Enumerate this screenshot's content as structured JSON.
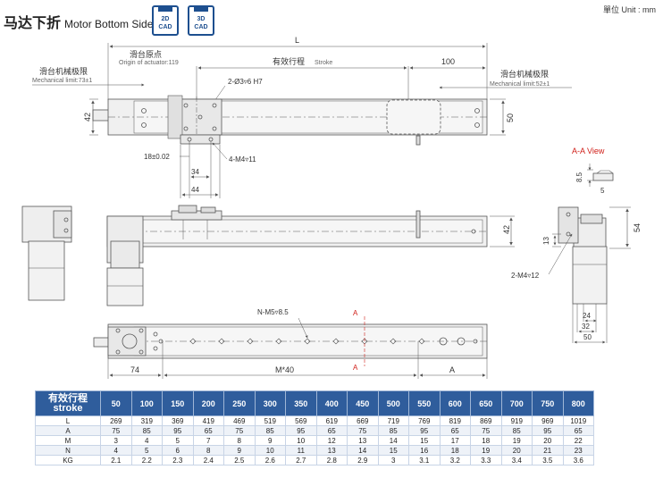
{
  "header": {
    "title_cn": "马达下折",
    "title_en": "Motor Bottom Side",
    "cad2d": [
      "2D",
      "CAD"
    ],
    "cad3d": [
      "3D",
      "CAD"
    ],
    "unit": "單位 Unit : mm"
  },
  "top_view": {
    "L": "L",
    "origin_cn": "滑台原点",
    "origin_en": "Origin of actuator:119",
    "stroke_cn": "有效行程",
    "stroke_en": "Stroke",
    "hundred": "100",
    "mech_cn": "滑台机械极限",
    "mech_left_en": "Mechanical limit:73±1",
    "mech_right_en": "Mechanical limit:52±1",
    "hole_spec": "2-Ø3▿6 H7",
    "height_42": "42",
    "height_50": "50",
    "dim_18": "18±0.02",
    "dim_34": "34",
    "dim_44": "44",
    "m4_spec": "4-M4▿11"
  },
  "aa_view": {
    "label": "A-A View",
    "dim_85": "8.5",
    "dim_5": "5"
  },
  "side_view": {
    "dim_42": "42"
  },
  "end_view": {
    "dim_54": "54",
    "dim_13": "13",
    "m4_spec": "2-M4▿12",
    "dim_24": "24",
    "dim_32": "32",
    "dim_50": "50"
  },
  "bottom_view": {
    "n_spec": "N-M5▿8.5",
    "a_top": "A",
    "a_bottom": "A",
    "dim_74": "74",
    "dim_m40": "M*40",
    "dim_A": "A"
  },
  "table": {
    "header_label": [
      "有效行程",
      "stroke"
    ],
    "strokes": [
      "50",
      "100",
      "150",
      "200",
      "250",
      "300",
      "350",
      "400",
      "450",
      "500",
      "550",
      "600",
      "650",
      "700",
      "750",
      "800"
    ],
    "rows": [
      {
        "label": "L",
        "values": [
          "269",
          "319",
          "369",
          "419",
          "469",
          "519",
          "569",
          "619",
          "669",
          "719",
          "769",
          "819",
          "869",
          "919",
          "969",
          "1019"
        ]
      },
      {
        "label": "A",
        "values": [
          "75",
          "85",
          "95",
          "65",
          "75",
          "85",
          "95",
          "65",
          "75",
          "85",
          "95",
          "65",
          "75",
          "85",
          "95",
          "65"
        ]
      },
      {
        "label": "M",
        "values": [
          "3",
          "4",
          "5",
          "7",
          "8",
          "9",
          "10",
          "12",
          "13",
          "14",
          "15",
          "17",
          "18",
          "19",
          "20",
          "22"
        ]
      },
      {
        "label": "N",
        "values": [
          "4",
          "5",
          "6",
          "8",
          "9",
          "10",
          "11",
          "13",
          "14",
          "15",
          "16",
          "18",
          "19",
          "20",
          "21",
          "23"
        ]
      },
      {
        "label": "KG",
        "values": [
          "2.1",
          "2.2",
          "2.3",
          "2.4",
          "2.5",
          "2.6",
          "2.7",
          "2.8",
          "2.9",
          "3",
          "3.1",
          "3.2",
          "3.3",
          "3.4",
          "3.5",
          "3.6"
        ]
      }
    ]
  },
  "colors": {
    "accent": "#2f5d9c",
    "section_red": "#d0201a",
    "line": "#555555",
    "body_fill": "#eeeeee"
  }
}
